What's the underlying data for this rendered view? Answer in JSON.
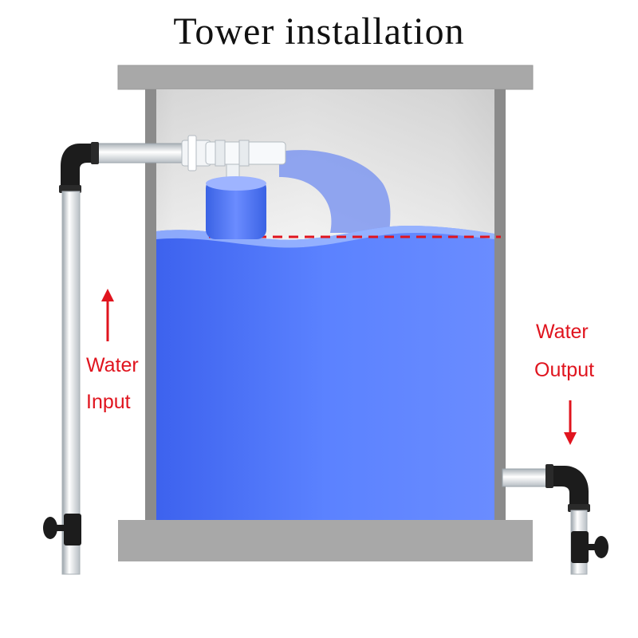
{
  "title": "Tower installation",
  "labels": {
    "input_line1": "Water",
    "input_line2": "Input",
    "output_line1": "Water",
    "output_line2": "Output"
  },
  "colors": {
    "water": "#5a80ff",
    "water_dark": "#3f63f0",
    "water_surface": "#9ab8ff",
    "level_line": "#e0141e",
    "label": "#e0141e",
    "tank_frame": "#a9a9a9",
    "pipe": "#e8ecef",
    "elbow": "#1c1c1c",
    "float_ball": "#4a74f2"
  },
  "icons": [
    "up-arrow-icon",
    "down-arrow-icon",
    "valve-handle-icon",
    "float-valve-icon"
  ]
}
